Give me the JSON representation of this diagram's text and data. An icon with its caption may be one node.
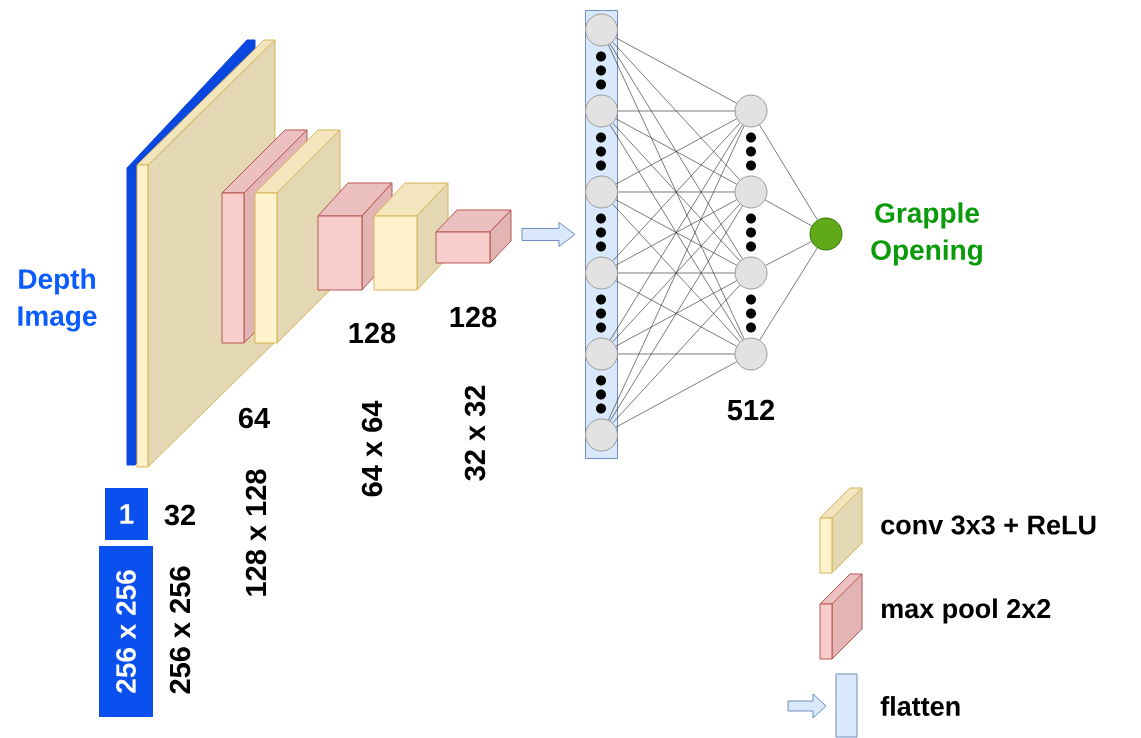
{
  "diagram": {
    "nodes": [
      {
        "text": [],
        "shape": "box",
        "beside": [
          "Depth Image"
        ]
      },
      {
        "text": [],
        "shape": "box"
      },
      {
        "text": [],
        "shape": "box"
      },
      {
        "text": [],
        "shape": "box"
      },
      {
        "text": [],
        "shape": "box"
      },
      {
        "text": [],
        "shape": "box"
      },
      {
        "text": [],
        "shape": "box"
      },
      {
        "text": [
          "1"
        ]
      },
      {
        "text": [
          "256 x 256"
        ]
      },
      {
        "text": [],
        "shape": "bar"
      },
      {
        "text": [],
        "shape": "circle",
        "in": 9
      },
      {
        "text": [],
        "shape": "circle",
        "in": 9
      },
      {
        "text": [],
        "shape": "circle",
        "in": 9
      },
      {
        "text": [],
        "shape": "circle",
        "in": 9
      },
      {
        "text": [],
        "shape": "circle",
        "in": 9
      },
      {
        "text": [],
        "shape": "circle",
        "in": 9
      },
      {
        "text": [],
        "shape": "circle"
      },
      {
        "text": [],
        "shape": "circle"
      },
      {
        "text": [],
        "shape": "circle"
      },
      {
        "text": [],
        "shape": "circle"
      },
      {
        "text": [],
        "shape": "circle",
        "beside": [
          "Grapple Opening"
        ]
      }
    ],
    "edges": [
      {
        "from": 6,
        "to": 9,
        "arrow": "to"
      },
      {
        "from": 10,
        "to": 16,
        "arrow": "none"
      },
      {
        "from": 10,
        "to": 17,
        "arrow": "none"
      },
      {
        "from": 10,
        "to": 18,
        "arrow": "none"
      },
      {
        "from": 10,
        "to": 19,
        "arrow": "none"
      },
      {
        "from": 11,
        "to": 16,
        "arrow": "none"
      },
      {
        "from": 11,
        "to": 17,
        "arrow": "none"
      },
      {
        "from": 11,
        "to": 18,
        "arrow": "none"
      },
      {
        "from": 11,
        "to": 19,
        "arrow": "none"
      },
      {
        "from": 12,
        "to": 16,
        "arrow": "none"
      },
      {
        "from": 12,
        "to": 17,
        "arrow": "none"
      },
      {
        "from": 12,
        "to": 18,
        "arrow": "none"
      },
      {
        "from": 12,
        "to": 19,
        "arrow": "none"
      },
      {
        "from": 13,
        "to": 16,
        "arrow": "none"
      },
      {
        "from": 13,
        "to": 17,
        "arrow": "none"
      },
      {
        "from": 13,
        "to": 18,
        "arrow": "none"
      },
      {
        "from": 13,
        "to": 19,
        "arrow": "none"
      },
      {
        "from": 14,
        "to": 16,
        "arrow": "none"
      },
      {
        "from": 14,
        "to": 17,
        "arrow": "none"
      },
      {
        "from": 14,
        "to": 18,
        "arrow": "none"
      },
      {
        "from": 14,
        "to": 19,
        "arrow": "none"
      },
      {
        "from": 15,
        "to": 16,
        "arrow": "none"
      },
      {
        "from": 15,
        "to": 17,
        "arrow": "none"
      },
      {
        "from": 15,
        "to": 18,
        "arrow": "none"
      },
      {
        "from": 15,
        "to": 19,
        "arrow": "none"
      },
      {
        "from": 16,
        "to": 20,
        "arrow": "none"
      },
      {
        "from": 17,
        "to": 20,
        "arrow": "none"
      },
      {
        "from": 18,
        "to": 20,
        "arrow": "none"
      },
      {
        "from": 19,
        "to": 20,
        "arrow": "none"
      }
    ],
    "labels": [
      "32",
      "256 x 256",
      "64",
      "128 x 128",
      "128",
      "64 x 64",
      "128",
      "32 x 32",
      "512"
    ],
    "legend": [
      {
        "text": "conv 3x3 + ReLU"
      },
      {
        "text": "max pool 2x2"
      },
      {
        "text": "flatten"
      }
    ]
  }
}
